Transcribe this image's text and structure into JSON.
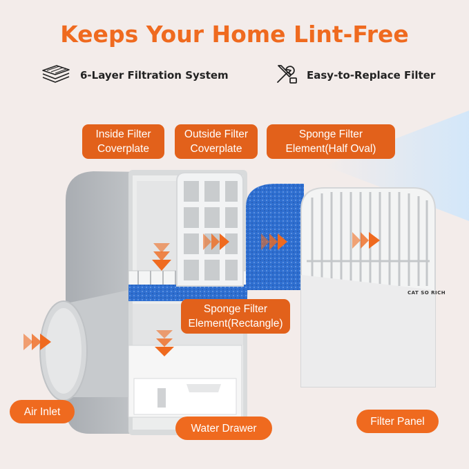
{
  "heading": "Keeps Your Home Lint-Free",
  "features": [
    {
      "icon": "layers-icon",
      "label": "6-Layer Filtration System"
    },
    {
      "icon": "tools-icon",
      "label": "Easy-to-Replace Filter"
    }
  ],
  "callouts": {
    "inside_coverplate": [
      "Inside Filter",
      "Coverplate"
    ],
    "outside_coverplate": [
      "Outside Filter",
      "Coverplate"
    ],
    "sponge_half_oval": [
      "Sponge Filter",
      "Element(Half Oval)"
    ],
    "sponge_rectangle": [
      "Sponge Filter",
      "Element(Rectangle)"
    ],
    "air_inlet": "Air Inlet",
    "water_drawer": "Water Drawer",
    "filter_panel": "Filter Panel"
  },
  "brand_text": "CAT SO RICH",
  "colors": {
    "accent": "#ef6a1f",
    "callout": "#e2611b",
    "background": "#f3ecea",
    "sponge_blue": "#2f6fd0",
    "housing_gray": "#b9bcc0"
  }
}
